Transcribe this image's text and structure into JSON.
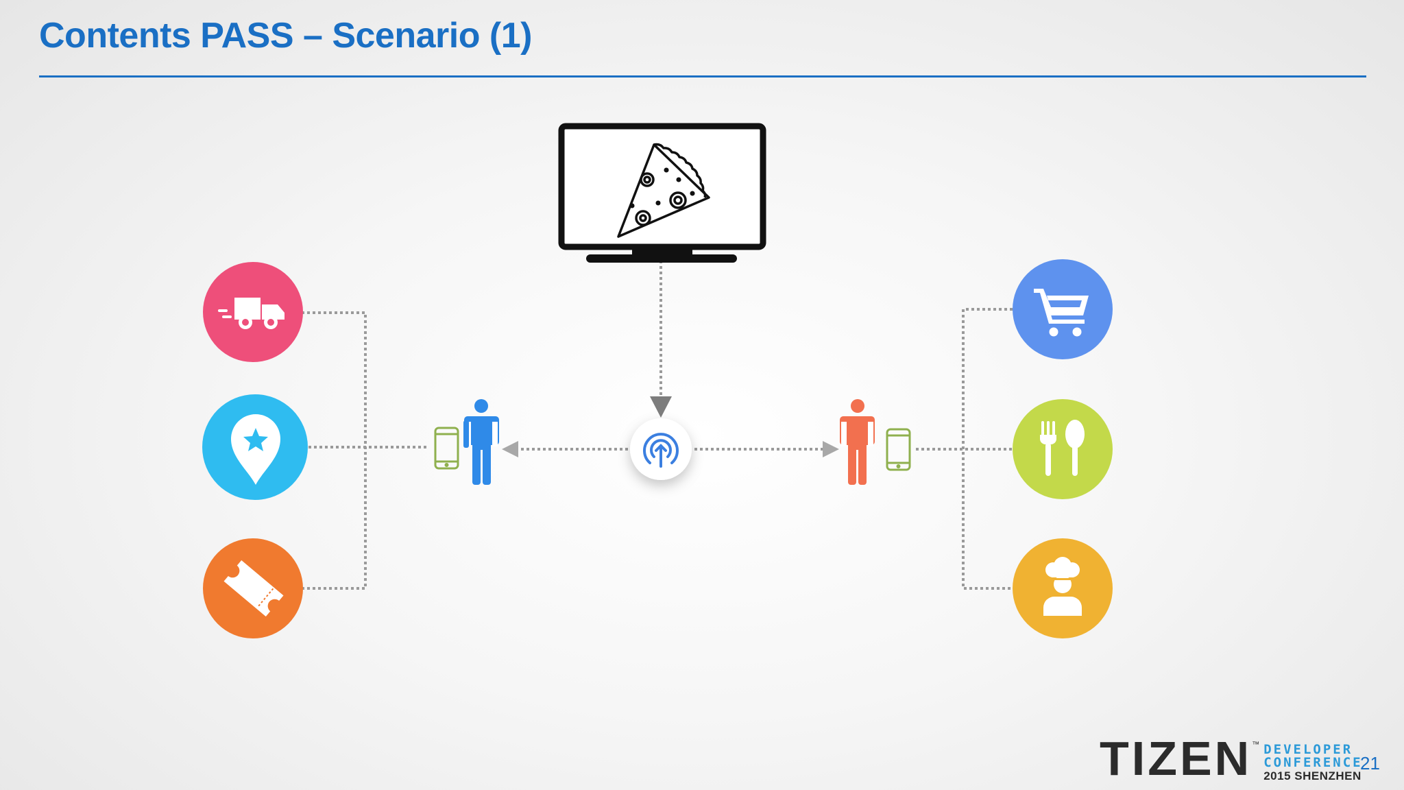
{
  "slide": {
    "title": "Contents PASS – Scenario (1)",
    "page_number": "21"
  },
  "logo": {
    "word": "TIZEN",
    "tm": "™",
    "line1": "DEVELOPER",
    "line2": "CONFERENCE",
    "line3": "2015 SHENZHEN"
  },
  "colors": {
    "title": "#1a6fc4",
    "delivery": "#ee4f7a",
    "location": "#2fbcf0",
    "ticket": "#f07a2f",
    "cart": "#5e92ee",
    "restaurant": "#c3d94a",
    "chef": "#f0b232",
    "user_left": "#2f8ae8",
    "user_right": "#f2704f",
    "phone": "#8fb04e",
    "beacon": "#3b7fe0"
  },
  "icons": {
    "tv": "tv-icon",
    "pizza": "pizza-icon",
    "beacon": "beacon-icon",
    "left_services": [
      "delivery-truck-icon",
      "location-star-icon",
      "ticket-icon"
    ],
    "right_services": [
      "shopping-cart-icon",
      "fork-spoon-icon",
      "chef-icon"
    ]
  }
}
